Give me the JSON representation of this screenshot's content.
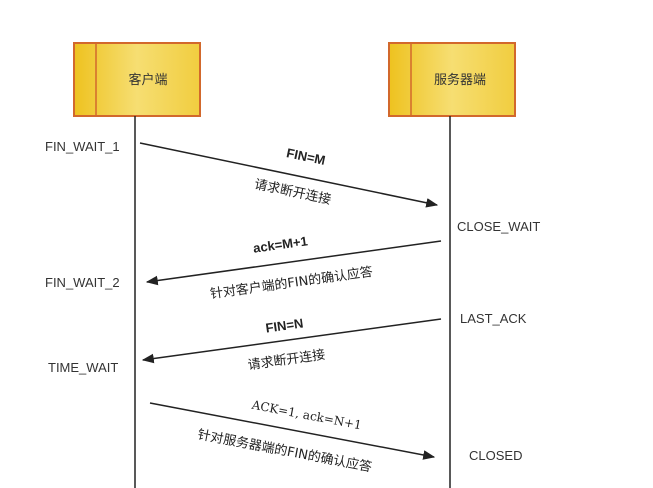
{
  "colors": {
    "box_fill_light": "#f5dc6a",
    "box_fill_dark": "#eec21f",
    "box_border": "#d2682c",
    "lifeline": "#222222",
    "arrow": "#222222"
  },
  "participants": {
    "client": "客户端",
    "server": "服务器端"
  },
  "client_states": {
    "fin_wait_1": "FIN_WAIT_1",
    "fin_wait_2": "FIN_WAIT_2",
    "time_wait": "TIME_WAIT"
  },
  "server_states": {
    "close_wait": "CLOSE_WAIT",
    "last_ack": "LAST_ACK",
    "closed": "CLOSED"
  },
  "messages": [
    {
      "label": "FIN=M",
      "note": "请求断开连接"
    },
    {
      "label": "ack=M+1",
      "note": "针对客户端的FIN的确认应答"
    },
    {
      "label": "FIN=N",
      "note": "请求断开连接"
    },
    {
      "label": "ACK=1, ack=N+1",
      "note": "针对服务器端的FIN的确认应答"
    }
  ]
}
